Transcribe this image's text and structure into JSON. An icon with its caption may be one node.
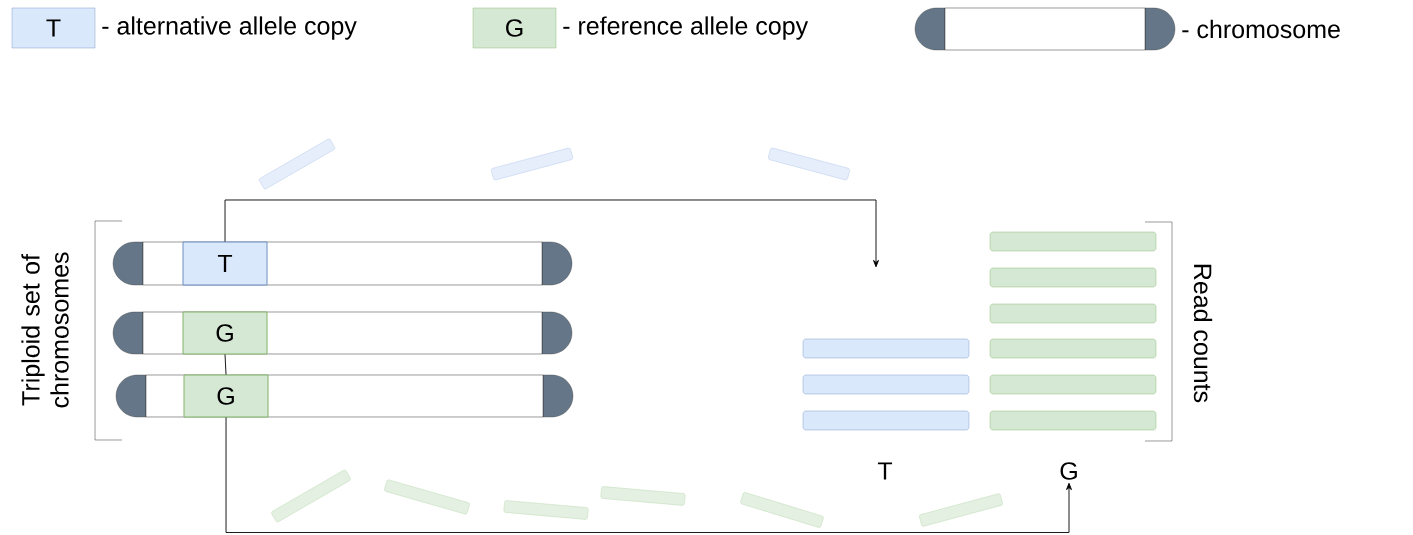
{
  "diagram": {
    "nodes": [
      {
        "text": [],
        "shape": "bar"
      },
      {
        "text": [
          "T"
        ],
        "in": 0
      },
      {
        "text": [],
        "shape": "bar"
      },
      {
        "text": [
          "G"
        ],
        "in": 2
      },
      {
        "text": [],
        "shape": "bar"
      },
      {
        "text": [
          "G"
        ],
        "in": 4
      },
      {
        "text": [
          "G"
        ]
      }
    ],
    "edges": [
      {
        "from": 1,
        "to": null,
        "arrow": "to"
      },
      {
        "from": 3,
        "to": 5,
        "arrow": "none"
      },
      {
        "from": 5,
        "to": 6,
        "arrow": "to"
      }
    ],
    "labels": [
      "T",
      "G",
      "Triploid set of chromosomes",
      "Read counts",
      "T"
    ],
    "legend": [
      {
        "text": "- alternative allele copy",
        "color": "#dae8fc"
      },
      {
        "text": "- reference allele copy",
        "color": "#d5e8d4"
      },
      {
        "text": "- chromosome"
      }
    ]
  }
}
